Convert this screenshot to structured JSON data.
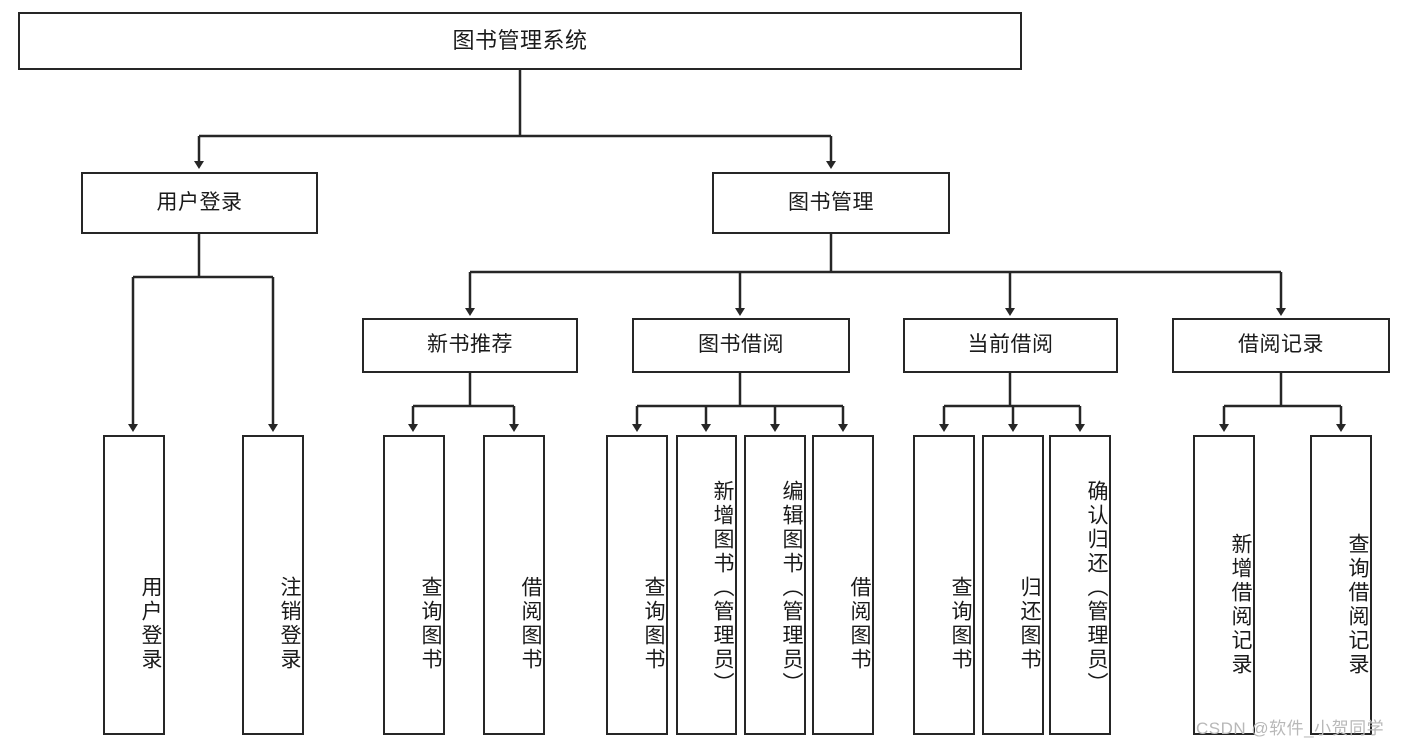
{
  "diagram": {
    "title": "图书管理系统",
    "type": "tree-hierarchy-diagram",
    "root": {
      "label": "图书管理系统"
    },
    "level2": [
      {
        "label": "用户登录"
      },
      {
        "label": "图书管理"
      }
    ],
    "level3": [
      {
        "label": "新书推荐"
      },
      {
        "label": "图书借阅"
      },
      {
        "label": "当前借阅"
      },
      {
        "label": "借阅记录"
      }
    ],
    "leaves": {
      "user_login": [
        {
          "label": "用户登录"
        },
        {
          "label": "注销登录"
        }
      ],
      "new_book_recommend": [
        {
          "label": "查询图书"
        },
        {
          "label": "借阅图书"
        }
      ],
      "book_borrow": [
        {
          "label": "查询图书"
        },
        {
          "label": "新增图书（管理员）"
        },
        {
          "label": "编辑图书（管理员）"
        },
        {
          "label": "借阅图书"
        }
      ],
      "current_borrow": [
        {
          "label": "查询图书"
        },
        {
          "label": "归还图书"
        },
        {
          "label": "确认归还（管理员）"
        }
      ],
      "borrow_record": [
        {
          "label": "新增借阅记录"
        },
        {
          "label": "查询借阅记录"
        }
      ]
    }
  },
  "watermark": {
    "text": "CSDN @软件_小贺同学"
  },
  "colors": {
    "stroke": "#262626",
    "fill": "#ffffff",
    "text": "#1a1a1a",
    "watermark": "#b8b8b8"
  }
}
